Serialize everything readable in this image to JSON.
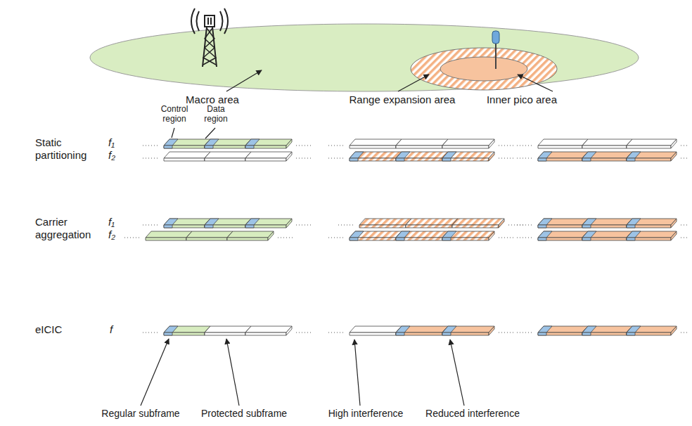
{
  "diagram": {
    "labels": [
      "Macro area",
      "Range expansion area",
      "Inner pico area",
      "Control region",
      "Data region",
      "Static partitioning",
      "f₁",
      "f₂",
      "Carrier aggregation",
      "f₁",
      "f₂",
      "eICIC",
      "f",
      "Regular subframe",
      "Protected subframe",
      "High interference",
      "Reduced interference"
    ]
  }
}
